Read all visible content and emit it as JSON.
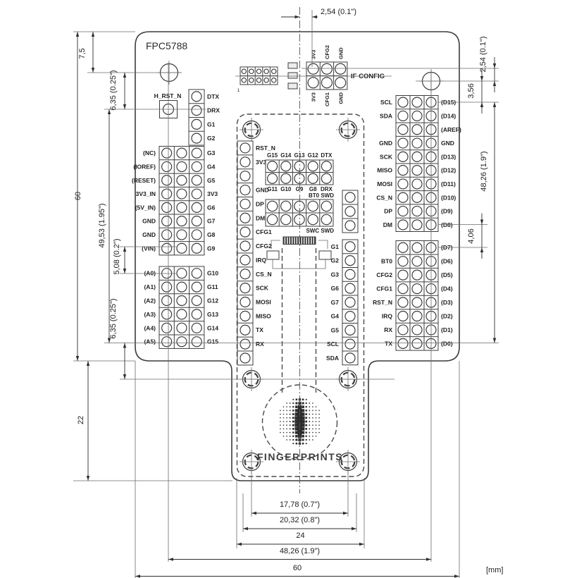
{
  "title": "FPC5788",
  "logo": "FINGERPRINTS",
  "if_config_label": "IF CONFIG",
  "h_rst_label": "H_RST_N",
  "pin1_label": "1",
  "units": "[mm]",
  "colors": {
    "line": "#3c3c3c",
    "dim": "#2f2f2f",
    "bg": "#ffffff"
  },
  "pins": {
    "left_single_right": [
      "DTX",
      "DRX",
      "G1",
      "G2"
    ],
    "left_upper_left": [
      "(NC)",
      "(IOREF)",
      "(RESET)",
      "3V3_IN",
      "(5V_IN)",
      "GND",
      "GND",
      "(VIN)"
    ],
    "left_upper_right": [
      "G3",
      "G4",
      "G5",
      "3V3",
      "G6",
      "G7",
      "G8",
      "G9"
    ],
    "left_lower_left": [
      "(A0)",
      "(A1)",
      "(A2)",
      "(A3)",
      "(A4)",
      "(A5)"
    ],
    "left_lower_right": [
      "G10",
      "G11",
      "G12",
      "G13",
      "G14",
      "G15"
    ],
    "right_upper_left": [
      "SCL",
      "SDA",
      "",
      "GND",
      "SCK",
      "MISO",
      "MOSI",
      "CS_N",
      "DP",
      "DM"
    ],
    "right_upper_right": [
      "(D15)",
      "(D14)",
      "(AREF)",
      "GND",
      "(D13)",
      "(D12)",
      "(D11)",
      "(D10)",
      "(D9)",
      "(D8)"
    ],
    "right_lower_left": [
      "",
      "BT0",
      "CFG2",
      "CFG1",
      "RST_N",
      "IRQ",
      "RX",
      "TX"
    ],
    "right_lower_right": [
      "(D7)",
      "(D6)",
      "(D5)",
      "(D4)",
      "(D3)",
      "(D2)",
      "(D1)",
      "(D0)"
    ],
    "module_left_right": [
      "RST_N",
      "3V3",
      "",
      "GND",
      "DP",
      "DM",
      "CFG1",
      "CFG2",
      "IRQ",
      "CS_N",
      "SCK",
      "MOSI",
      "MISO",
      "TX",
      "RX",
      ""
    ],
    "module_right_left": [
      "G1",
      "G2",
      "G3",
      "G6",
      "G7",
      "G4",
      "G5",
      "SCL",
      "SDA"
    ],
    "gpio_top": [
      "G15",
      "G14",
      "G13",
      "G12",
      "DTX"
    ],
    "gpio_bottom": [
      "G11",
      "G10",
      "G9",
      "G8",
      "DRX"
    ],
    "if_top": [
      "3V3",
      "CFG2",
      "GND"
    ],
    "if_bottom": [
      "3V3",
      "CFG1",
      "GND"
    ]
  },
  "swd_top": "BT0 SWD",
  "swd_bottom": "SWC SWD",
  "dims": {
    "top_pitch": "2,54 (0.1\")",
    "left_60": "60",
    "left_75": "7,5",
    "left_635a": "6,35 (0.25\")",
    "left_4953": "49,53 (1.95\")",
    "left_508": "5,08 (0.2\")",
    "left_635b": "6,35 (0.25\")",
    "left_22": "22",
    "right_254": "2,54 (0.1\")",
    "right_356": "3,56",
    "right_4826": "48,26 (1.9\")",
    "right_406": "4,06",
    "bot_1778": "17,78 (0.7\")",
    "bot_2032": "20,32 (0.8\")",
    "bot_24": "24",
    "bot_4826": "48,26 (1.9\")",
    "bot_60": "60"
  }
}
